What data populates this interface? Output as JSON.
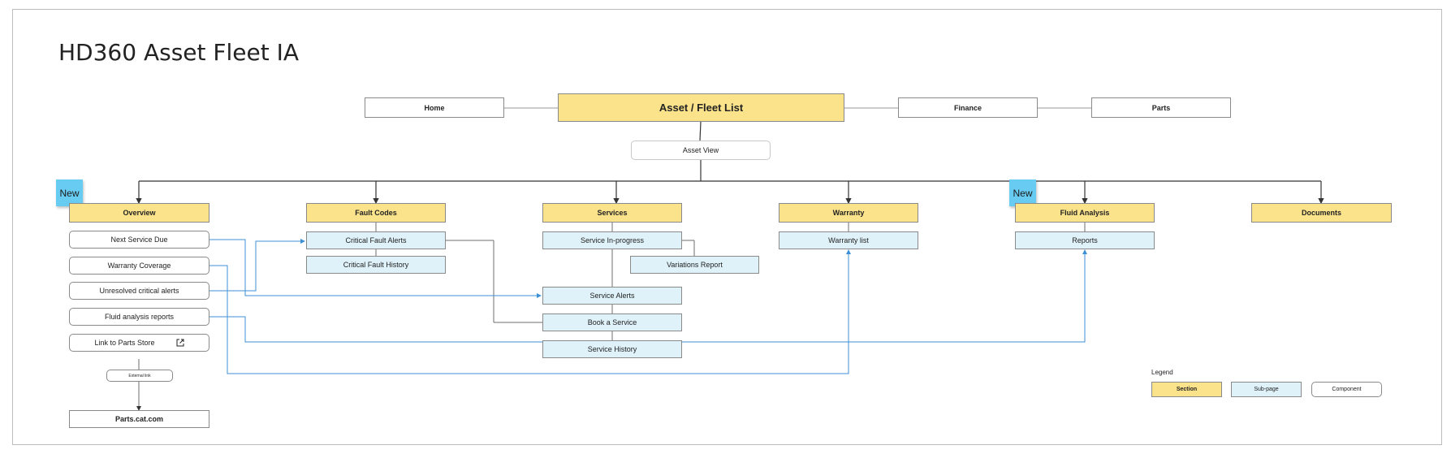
{
  "title": "HD360 Asset Fleet IA",
  "nav": {
    "home": "Home",
    "asset_fleet_list": "Asset / Fleet List",
    "finance": "Finance",
    "parts": "Parts",
    "asset_view": "Asset View"
  },
  "sections": {
    "overview": "Overview",
    "fault_codes": "Fault Codes",
    "services": "Services",
    "warranty": "Warranty",
    "fluid_analysis": "Fluid Analysis",
    "documents": "Documents"
  },
  "new_badges": [
    "New",
    "New"
  ],
  "overview_components": {
    "next_service_due": "Next Service Due",
    "warranty_coverage": "Warranty Coverage",
    "unresolved_critical_alerts": "Unresolved critical alerts",
    "fluid_analysis_reports": "Fluid analysis reports",
    "link_to_parts_store": "Link to Parts Store",
    "external_link": "External link",
    "parts_cat_com": "Parts.cat.com"
  },
  "fault_codes_pages": {
    "critical_fault_alerts": "Critical Fault Alerts",
    "critical_fault_history": "Critical Fault History"
  },
  "services_pages": {
    "service_in_progress": "Service In-progress",
    "variations_report": "Variations Report",
    "service_alerts": "Service Alerts",
    "book_a_service": "Book a Service",
    "service_history": "Service History"
  },
  "warranty_pages": {
    "warranty_list": "Warranty list"
  },
  "fluid_analysis_pages": {
    "reports": "Reports"
  },
  "legend": {
    "title": "Legend",
    "section": "Section",
    "sub_page": "Sub-page",
    "component": "Component"
  },
  "colors": {
    "section": "#fbe38b",
    "sub_page": "#dff2f9",
    "component": "#ffffff",
    "link_line": "#3d8fd6",
    "new_badge": "#68ccf2"
  },
  "icons": [
    "external-link-icon"
  ]
}
